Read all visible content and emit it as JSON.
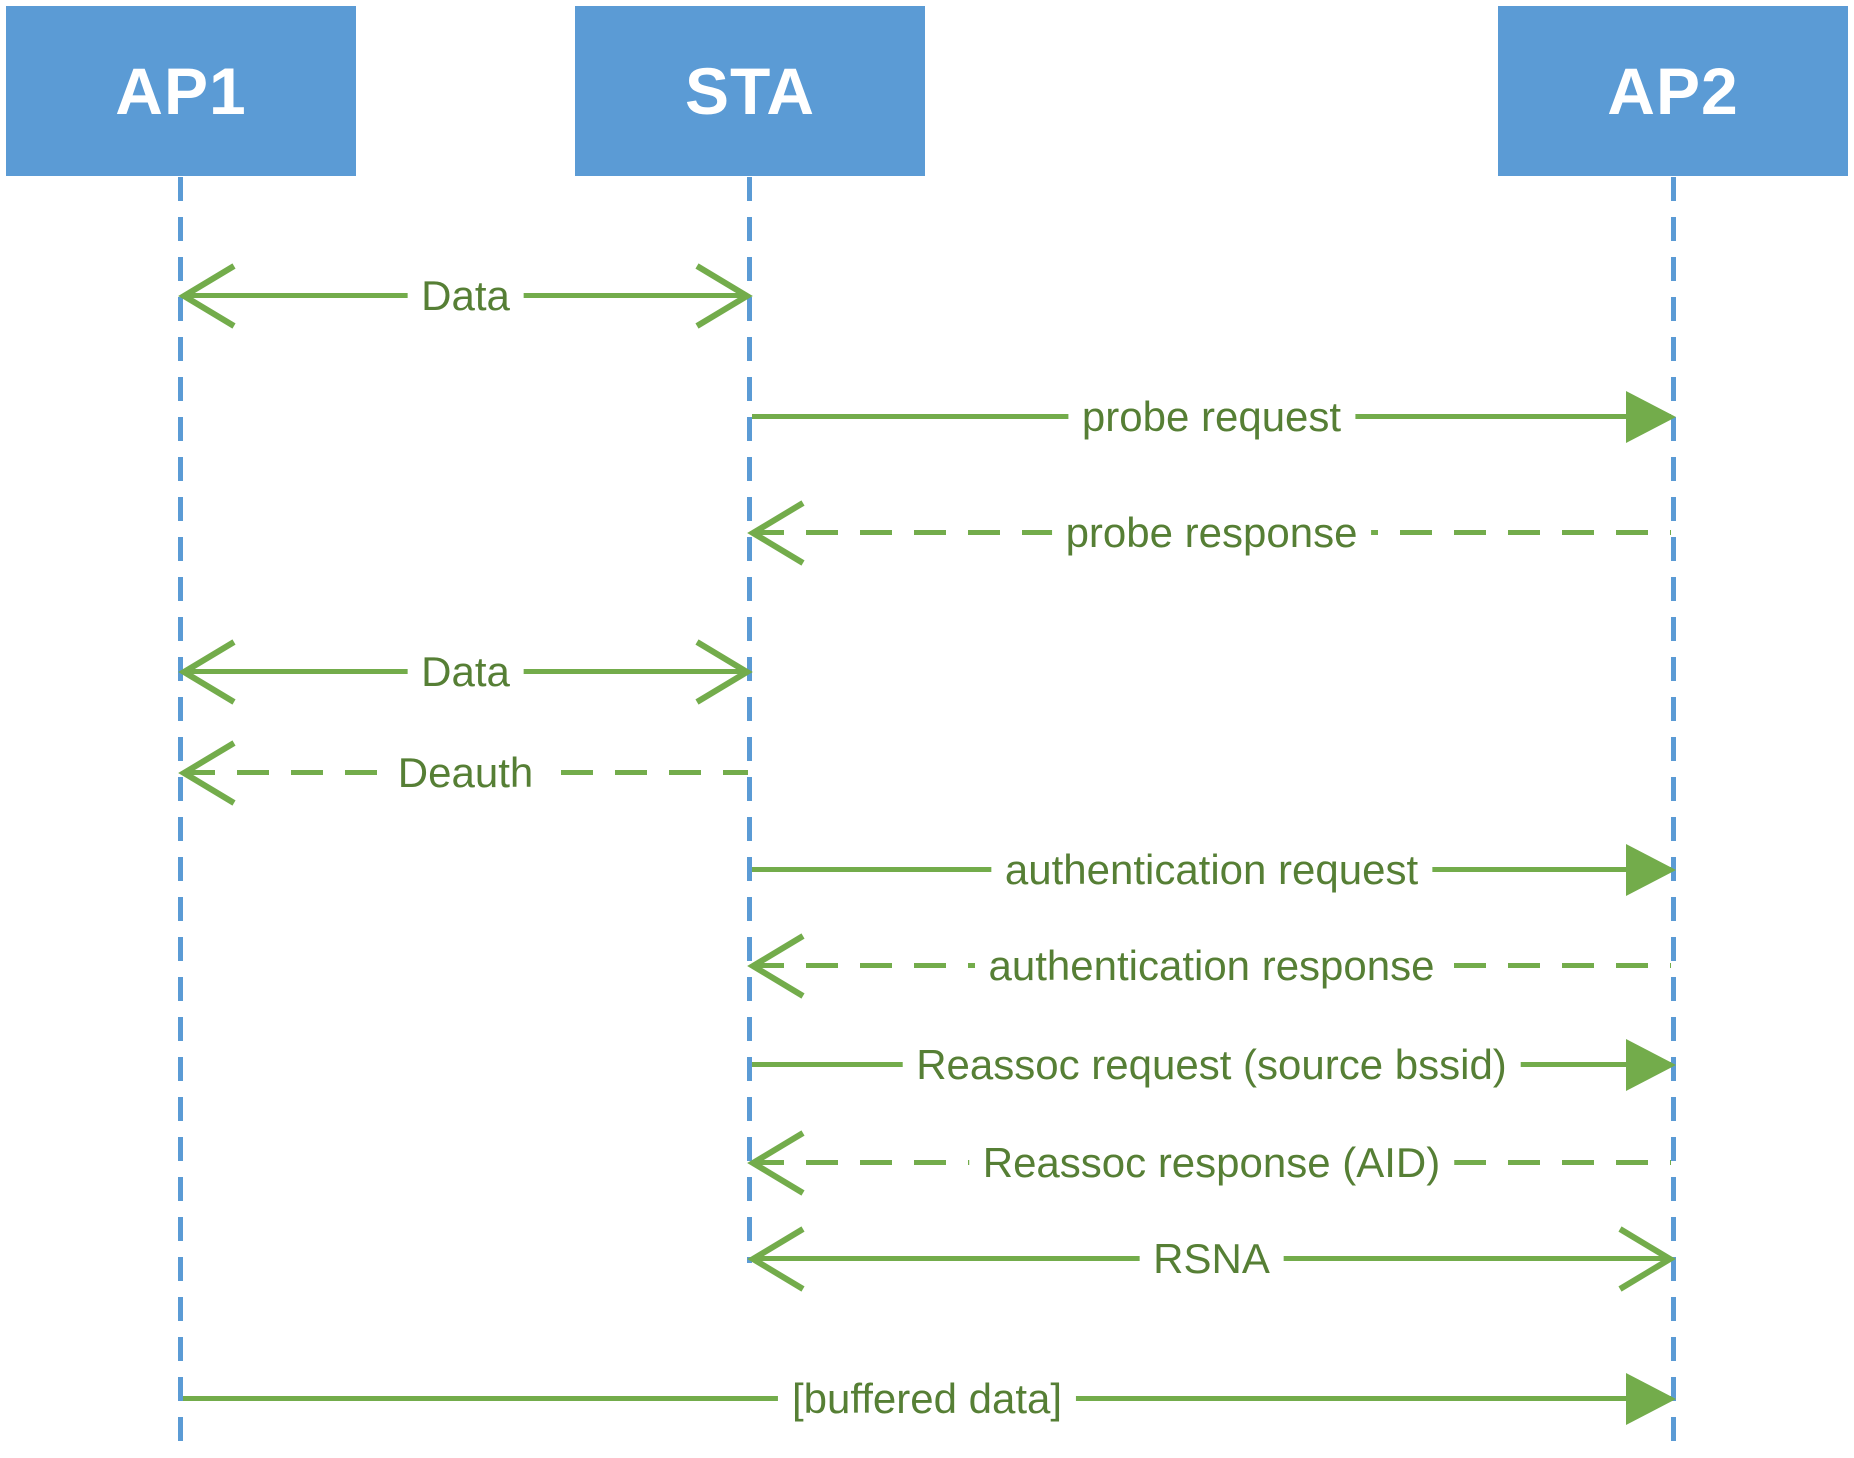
{
  "diagram_type": "sequence-diagram",
  "colors": {
    "actor_fill": "#5B9BD5",
    "actor_text": "#FFFFFF",
    "lifeline": "#5B9BD5",
    "arrow_line": "#73AC4B",
    "label_text": "#567F35",
    "background": "#FFFFFF"
  },
  "actors": [
    {
      "id": "ap1",
      "label": "AP1"
    },
    {
      "id": "sta",
      "label": "STA"
    },
    {
      "id": "ap2",
      "label": "AP2"
    }
  ],
  "messages": [
    {
      "label": "Data",
      "from": "AP1",
      "to": "STA",
      "direction": "bidirectional",
      "line": "solid",
      "arrowhead": "open"
    },
    {
      "label": "probe request",
      "from": "STA",
      "to": "AP2",
      "direction": "right",
      "line": "solid",
      "arrowhead": "filled"
    },
    {
      "label": "probe response",
      "from": "AP2",
      "to": "STA",
      "direction": "left",
      "line": "dashed",
      "arrowhead": "open"
    },
    {
      "label": "Data",
      "from": "AP1",
      "to": "STA",
      "direction": "bidirectional",
      "line": "solid",
      "arrowhead": "open"
    },
    {
      "label": "Deauth",
      "from": "STA",
      "to": "AP1",
      "direction": "left",
      "line": "dashed",
      "arrowhead": "open"
    },
    {
      "label": "authentication request",
      "from": "STA",
      "to": "AP2",
      "direction": "right",
      "line": "solid",
      "arrowhead": "filled"
    },
    {
      "label": "authentication response",
      "from": "AP2",
      "to": "STA",
      "direction": "left",
      "line": "dashed",
      "arrowhead": "open"
    },
    {
      "label": "Reassoc request (source bssid)",
      "from": "STA",
      "to": "AP2",
      "direction": "right",
      "line": "solid",
      "arrowhead": "filled"
    },
    {
      "label": "Reassoc response (AID)",
      "from": "AP2",
      "to": "STA",
      "direction": "left",
      "line": "dashed",
      "arrowhead": "open"
    },
    {
      "label": "RSNA",
      "from": "STA",
      "to": "AP2",
      "direction": "bidirectional",
      "line": "solid",
      "arrowhead": "open"
    },
    {
      "label": "[buffered data]",
      "from": "AP1",
      "to": "AP2",
      "direction": "right",
      "line": "solid",
      "arrowhead": "filled"
    }
  ]
}
